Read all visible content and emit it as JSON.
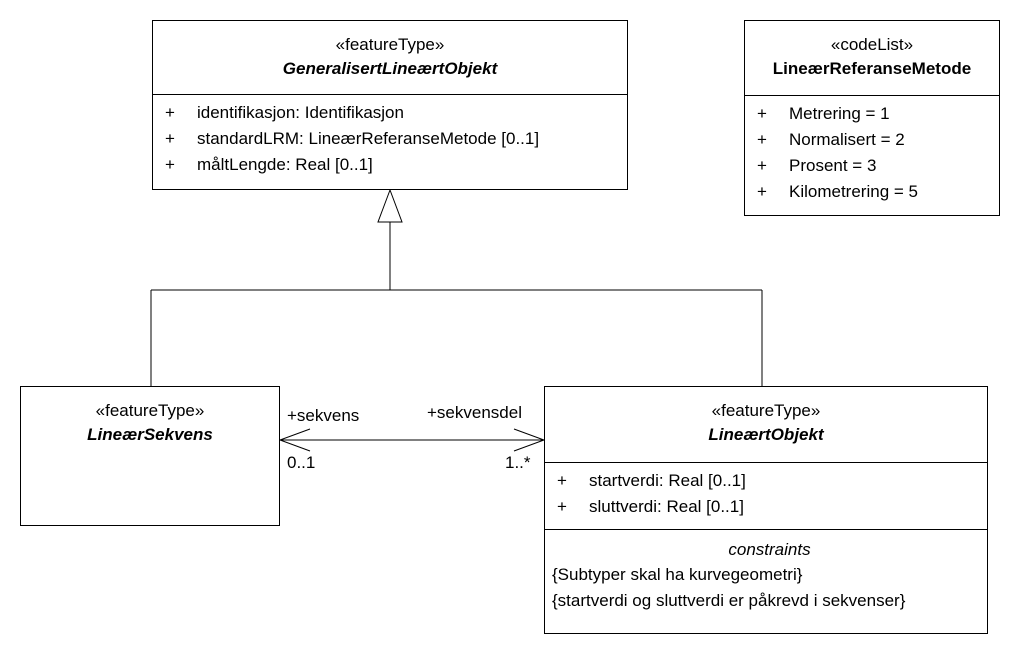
{
  "classes": {
    "generalisert": {
      "stereotype": "«featureType»",
      "name": "GeneralisertLineærtObjekt",
      "attributes": [
        {
          "vis": "+",
          "text": "identifikasjon: Identifikasjon"
        },
        {
          "vis": "+",
          "text": "standardLRM: LineærReferanseMetode [0..1]"
        },
        {
          "vis": "+",
          "text": "måltLengde: Real [0..1]"
        }
      ]
    },
    "codelist": {
      "stereotype": "«codeList»",
      "name": "LineærReferanseMetode",
      "attributes": [
        {
          "vis": "+",
          "text": "Metrering = 1"
        },
        {
          "vis": "+",
          "text": "Normalisert = 2"
        },
        {
          "vis": "+",
          "text": "Prosent = 3"
        },
        {
          "vis": "+",
          "text": "Kilometrering = 5"
        }
      ]
    },
    "sekvens": {
      "stereotype": "«featureType»",
      "name": "LineærSekvens"
    },
    "objekt": {
      "stereotype": "«featureType»",
      "name": "LineærtObjekt",
      "attributes": [
        {
          "vis": "+",
          "text": "startverdi: Real [0..1]"
        },
        {
          "vis": "+",
          "text": "sluttverdi: Real [0..1]"
        }
      ],
      "constraints_title": "constraints",
      "constraints": [
        "{Subtyper skal ha kurvegeometri}",
        "{startverdi og sluttverdi er påkrevd i sekvenser}"
      ]
    }
  },
  "association": {
    "role_left": "+sekvens",
    "mult_left": "0..1",
    "role_right": "+sekvensdel",
    "mult_right": "1..*"
  }
}
